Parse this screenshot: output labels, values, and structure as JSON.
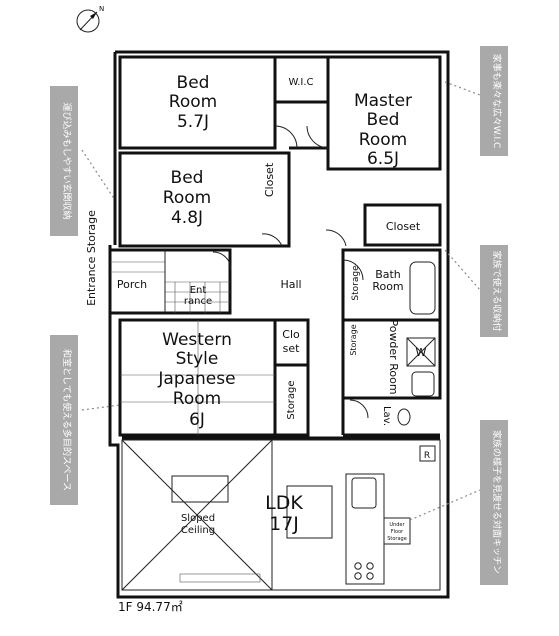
{
  "compass": {
    "label": "N"
  },
  "rooms": {
    "bed_room_1": {
      "line1": "Bed",
      "line2": "Room",
      "size": "5.7J"
    },
    "wic": {
      "label": "W.I.C"
    },
    "master_bed_room": {
      "line1": "Master",
      "line2": "Bed",
      "line3": "Room",
      "size": "6.5J"
    },
    "bed_room_2": {
      "line1": "Bed",
      "line2": "Room",
      "size": "4.8J"
    },
    "closet_1": {
      "label": "Closet"
    },
    "closet_2": {
      "label": "Closet"
    },
    "entrance_storage": {
      "label": "Entrance Storage"
    },
    "porch": {
      "label": "Porch"
    },
    "entrance": {
      "line1": "Ent",
      "line2": "rance"
    },
    "hall": {
      "label": "Hall"
    },
    "storage_1": {
      "label": "Storage"
    },
    "bath_room": {
      "line1": "Bath",
      "line2": "Room"
    },
    "western_room": {
      "line1": "Western",
      "line2": "Style",
      "line3": "Japanese",
      "line4": "Room",
      "size": "6J"
    },
    "closet_3": {
      "line1": "Clo",
      "line2": "set"
    },
    "storage_2": {
      "label": "Storage"
    },
    "storage_3": {
      "label": "Storage"
    },
    "powder_room": {
      "label": "Powder Room"
    },
    "washer": {
      "label": "W"
    },
    "lav": {
      "label": "Lav."
    },
    "fridge": {
      "label": "R"
    },
    "ldk": {
      "line1": "LDK",
      "line2": "17J"
    },
    "sloped_ceiling": {
      "line1": "Sloped",
      "line2": "Ceiling"
    },
    "under_floor_storage": {
      "line1": "Under",
      "line2": "Floor",
      "line3": "Storage"
    }
  },
  "callouts": [
    {
      "text": "家事も楽々な広々W.I.C"
    },
    {
      "text": "運び込みもしやすい玄関収納"
    },
    {
      "text": "家族で使える収納付"
    },
    {
      "text": "和室としても使える多目的スペース"
    },
    {
      "text": "家族の様子を見渡せる対面キッチン"
    }
  ],
  "footer": {
    "floor_area": "1F 94.77㎡"
  }
}
